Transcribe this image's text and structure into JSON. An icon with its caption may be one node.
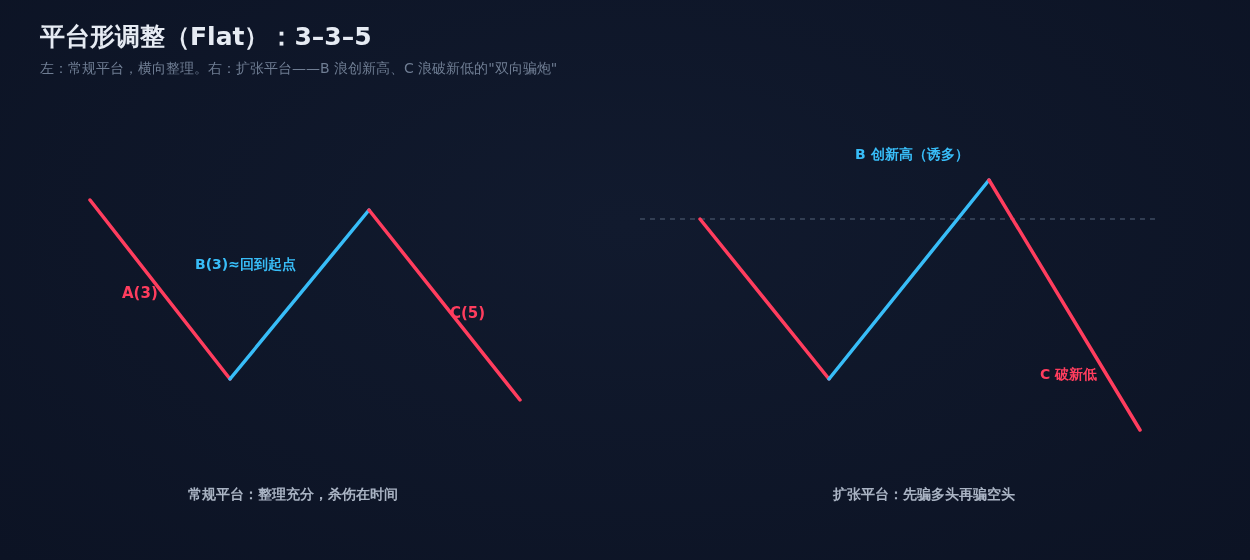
{
  "diagram": {
    "title": "平台形调整（Flat）：3–3–5",
    "labels": [
      "左：常规平台，横向整理。右：扩张平台——B 浪创新高、C 浪破新低的\"双向骗炮\"",
      "A(3)",
      "B(3)≈回到起点",
      "C(5)",
      "B 创新高（诱多）",
      "C 破新低",
      "常规平台：整理充分，杀伤在时间",
      "扩张平台：先骗多头再骗空头"
    ]
  }
}
